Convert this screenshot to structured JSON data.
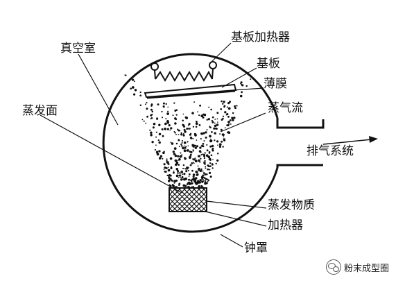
{
  "diagram": {
    "labels": {
      "vacuum_chamber": "真空室",
      "substrate_heater": "基板加热器",
      "substrate": "基板",
      "thin_film": "薄膜",
      "vapor_flow": "蒸气流",
      "evaporation_surface": "蒸发面",
      "exhaust_system": "排气系统",
      "evaporation_material": "蒸发物质",
      "heater": "加热器",
      "bell_jar": "钟罩"
    }
  },
  "watermark": {
    "text": "粉末成型圈",
    "icon": "wechat-icon"
  },
  "colors": {
    "ink": "#111111",
    "background": "#ffffff"
  }
}
